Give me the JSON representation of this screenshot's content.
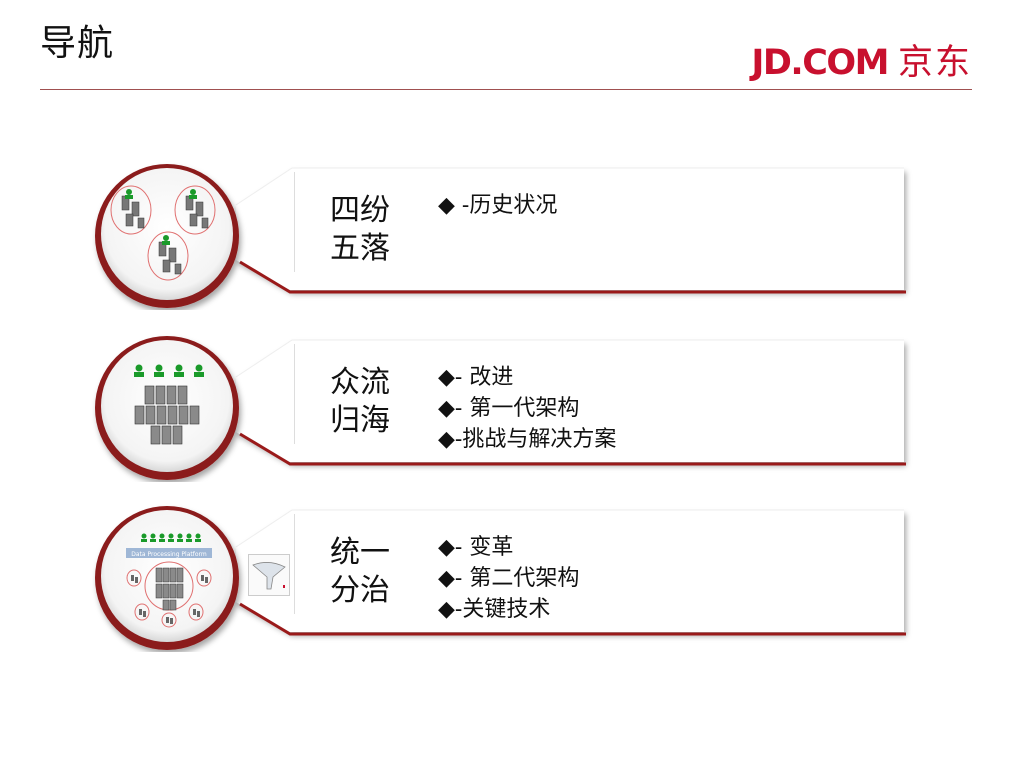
{
  "header": {
    "title": "导航",
    "logo_latin": "JD.COM",
    "logo_cn": "京东"
  },
  "sections": [
    {
      "heading_line1": "四纷",
      "heading_line2": "五落",
      "bullets": [
        "◆ -历史状况"
      ]
    },
    {
      "heading_line1": "众流",
      "heading_line2": "归海",
      "bullets": [
        "◆- 改进",
        "◆- 第一代架构",
        "◆-挑战与解决方案"
      ]
    },
    {
      "heading_line1": "统一",
      "heading_line2": "分治",
      "bullets": [
        "◆- 变革",
        "◆- 第二代架构",
        "◆-关键技术"
      ],
      "diagram_label": "Data Processing Platform"
    }
  ],
  "colors": {
    "accent": "#c8102e",
    "ring": "#8b1a1a",
    "server_green": "#1a9a2a",
    "server_gray": "#8a8a8a"
  }
}
